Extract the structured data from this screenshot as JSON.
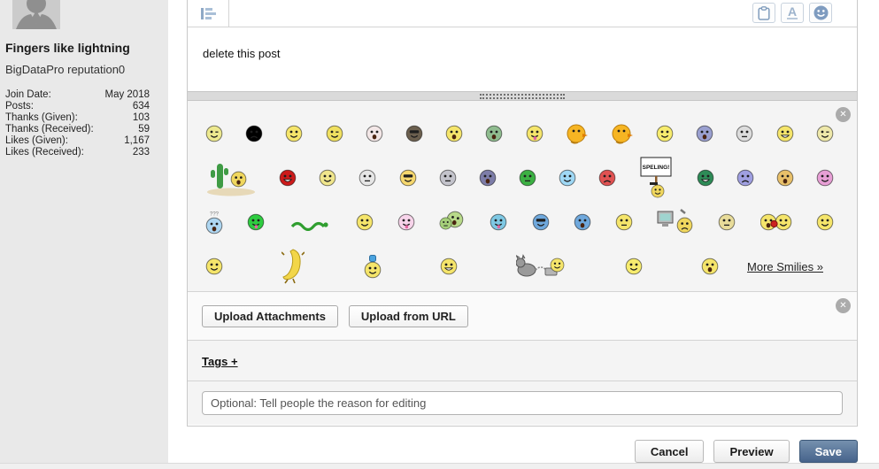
{
  "icons": {
    "close": "✕",
    "font_color_label": "A"
  },
  "sidebar": {
    "user_title": "Fingers like lightning",
    "username": "BigDataPro",
    "reputation": "reputation0",
    "stats": [
      {
        "label": "Join Date:",
        "value": "May 2018"
      },
      {
        "label": "Posts:",
        "value": "634"
      },
      {
        "label": "Thanks (Given):",
        "value": "103"
      },
      {
        "label": "Thanks (Received):",
        "value": "59"
      },
      {
        "label": "Likes (Given):",
        "value": "1,167"
      },
      {
        "label": "Likes (Received):",
        "value": "233"
      }
    ]
  },
  "editor": {
    "content": "delete this post"
  },
  "smilies": {
    "more_link": "More Smilies »",
    "rows": [
      [
        {
          "name": "wink-tongue",
          "color": "#ede98f",
          "expr": "wink"
        },
        {
          "name": "mad-red",
          "color": "#b margin22222",
          "expr": "frown"
        },
        {
          "name": "smile",
          "color": "#f5e56b",
          "expr": "smile"
        },
        {
          "name": "winky",
          "color": "#f0e060",
          "expr": "wink"
        },
        {
          "name": "eek-white",
          "color": "#f3e7e7",
          "expr": "open"
        },
        {
          "name": "cool-dark",
          "color": "#6b5f4e",
          "expr": "cool"
        },
        {
          "name": "laugh",
          "color": "#f5e56b",
          "expr": "open"
        },
        {
          "name": "sick-green",
          "color": "#8fbc8f",
          "expr": "open"
        },
        {
          "name": "tongue-out",
          "color": "#f5e56b",
          "expr": "tongue"
        },
        {
          "name": "chicken",
          "type": "chick"
        },
        {
          "name": "chicken-bowtie",
          "type": "chick"
        },
        {
          "name": "happy",
          "color": "#f7ec6e",
          "expr": "smile"
        },
        {
          "name": "shock-purple",
          "color": "#9aa0d0",
          "expr": "open"
        },
        {
          "name": "neutral-gray",
          "color": "#dcdcdc",
          "expr": "neutral"
        },
        {
          "name": "grin-wide",
          "color": "#f5e56b",
          "expr": "grin"
        },
        {
          "name": "zany-wink",
          "color": "#eee8aa",
          "expr": "wink"
        }
      ],
      [
        {
          "name": "desert-cactus",
          "type": "cactus"
        },
        {
          "name": "devil",
          "color": "#cc1b1b",
          "expr": "grin"
        },
        {
          "name": "smirk",
          "color": "#f0e68c",
          "expr": "smile"
        },
        {
          "name": "robot-gag",
          "color": "#e6e6e6",
          "expr": "neutral"
        },
        {
          "name": "cool-shades",
          "color": "#f5d76e",
          "expr": "cool"
        },
        {
          "name": "alien-gray",
          "color": "#c3c3cb",
          "expr": "neutral"
        },
        {
          "name": "face-purple",
          "color": "#7d7da8",
          "expr": "open"
        },
        {
          "name": "alien-green",
          "color": "#3cb043",
          "expr": "neutral"
        },
        {
          "name": "happy-blue",
          "color": "#9fd8f5",
          "expr": "smile"
        },
        {
          "name": "angry-red",
          "color": "#e05252",
          "expr": "frown"
        },
        {
          "name": "speling-sign",
          "type": "sign",
          "text": "SPELING!"
        },
        {
          "name": "biggrin-green",
          "color": "#2e8b57",
          "expr": "grin"
        },
        {
          "name": "sad-purple",
          "color": "#9f9fe0",
          "expr": "frown"
        },
        {
          "name": "yikes-hood",
          "color": "#e8c06a",
          "expr": "open"
        },
        {
          "name": "blush-pink",
          "color": "#e79fd5",
          "expr": "smile"
        }
      ],
      [
        {
          "name": "confused",
          "color": "#aed6f1",
          "expr": "open",
          "accessory_text": "???"
        },
        {
          "name": "frog-tongue",
          "color": "#2ecc40",
          "expr": "tongue"
        },
        {
          "name": "worm",
          "type": "worm"
        },
        {
          "name": "smiley2",
          "color": "#f5e56b",
          "expr": "smile"
        },
        {
          "name": "razz-pink",
          "color": "#f7d4ea",
          "expr": "tongue"
        },
        {
          "name": "sick-pair",
          "type": "pairgreen"
        },
        {
          "name": "tongue-blue",
          "color": "#7ec8e3",
          "expr": "tongue"
        },
        {
          "name": "cool-blue",
          "color": "#6fa8dc",
          "expr": "cool"
        },
        {
          "name": "omg-blue",
          "color": "#6fa8dc",
          "expr": "open"
        },
        {
          "name": "hmm",
          "color": "#f5e56b",
          "expr": "neutral"
        },
        {
          "name": "computer-smash",
          "type": "computer"
        },
        {
          "name": "ninja",
          "color": "#e8dc9a",
          "expr": "neutral"
        },
        {
          "name": "boxing",
          "type": "pair"
        },
        {
          "name": "wave",
          "color": "#f5e56b",
          "expr": "smile"
        }
      ],
      [
        {
          "name": "smiley",
          "color": "#f5e56b",
          "expr": "smile"
        },
        {
          "name": "dancing-banana",
          "type": "banana"
        },
        {
          "name": "cap-smiley",
          "color": "#f5e56b",
          "expr": "smile",
          "accessory": "cap"
        },
        {
          "name": "rofl",
          "color": "#f5e56b",
          "expr": "grin"
        },
        {
          "name": "cat-mouse",
          "type": "cat"
        },
        {
          "name": "bounce",
          "color": "#f7ec6e",
          "expr": "smile"
        },
        {
          "name": "headbang",
          "color": "#f5e56b",
          "expr": "open"
        }
      ]
    ]
  },
  "attachments": {
    "upload_attachments_label": "Upload Attachments",
    "upload_from_url_label": "Upload from URL"
  },
  "tags": {
    "label": "Tags +"
  },
  "edit_reason": {
    "placeholder": "Optional: Tell people the reason for editing"
  },
  "actions": {
    "cancel": "Cancel",
    "preview": "Preview",
    "save": "Save"
  },
  "colors": {
    "icon_blue": "#7f9cc0",
    "save_button": "#46638b",
    "sidebar_bg": "#e9e9e9"
  }
}
